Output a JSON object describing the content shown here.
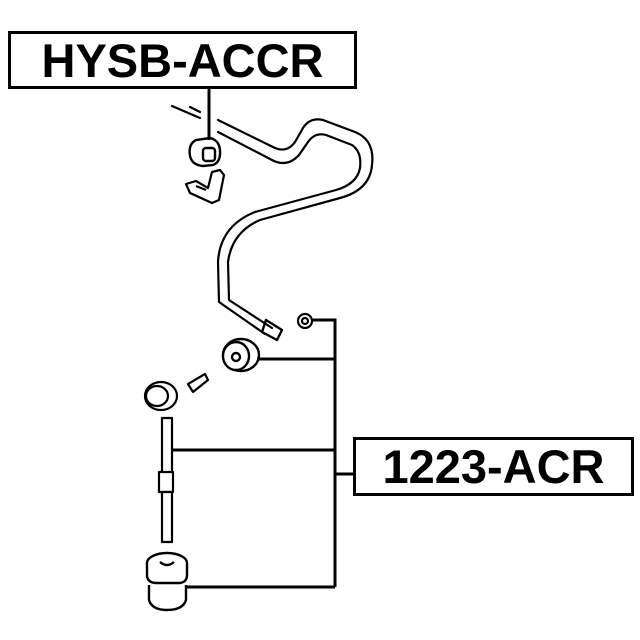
{
  "diagram": {
    "type": "exploded-parts-diagram",
    "subject": "stabilizer bar with link and bushings",
    "labels": {
      "top": "HYSB-ACCR",
      "right": "1223-ACR"
    },
    "callouts": [
      {
        "label": "HYSB-ACCR",
        "points_to": [
          "stabilizer-bar-bushing"
        ]
      },
      {
        "label": "1223-ACR",
        "points_to": [
          "nut",
          "link-bushing-upper",
          "stabilizer-link",
          "link-bushing-lower"
        ]
      }
    ],
    "colors": {
      "line": "#000000",
      "background": "#ffffff"
    }
  }
}
